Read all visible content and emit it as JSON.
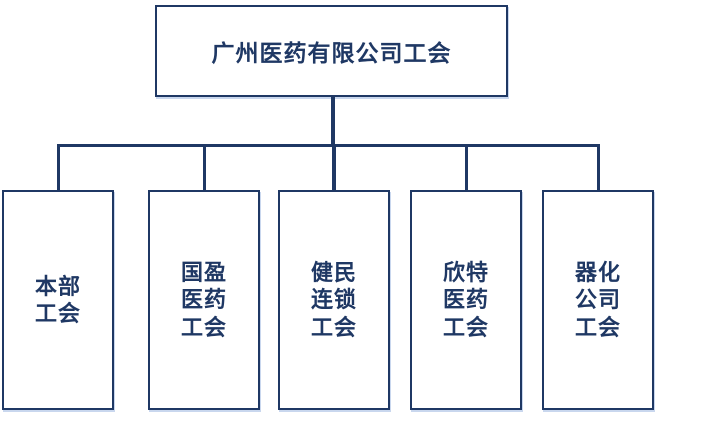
{
  "diagram": {
    "type": "org-chart",
    "root": {
      "label": "广州医药有限公司工会"
    },
    "children": [
      {
        "label": "本部\n工会"
      },
      {
        "label": "国盈\n医药\n工会"
      },
      {
        "label": "健民\n连锁\n工会"
      },
      {
        "label": "欣特\n医药\n工会"
      },
      {
        "label": "器化\n公司\n工会"
      }
    ],
    "colors": {
      "line": "#1f3864",
      "border": "#1f3864",
      "text": "#1f3864",
      "background": "#ffffff",
      "connector_tip": "#7f7f7f",
      "shadow": "#c9d7ee"
    }
  }
}
